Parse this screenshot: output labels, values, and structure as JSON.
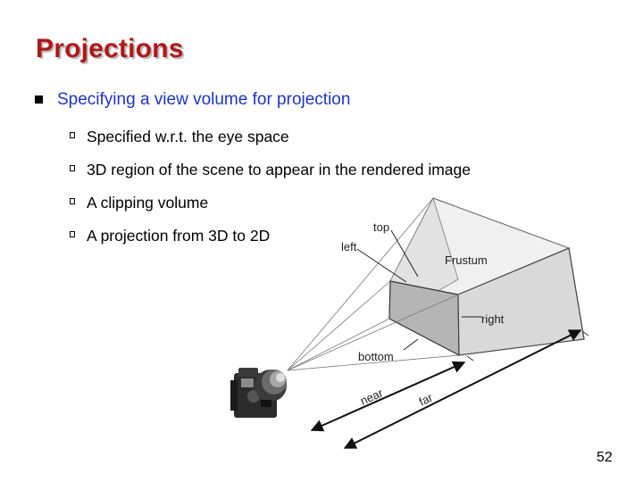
{
  "slide": {
    "title": "Projections",
    "bullet": "Specifying a view volume for projection",
    "sub_bullets": [
      "Specified w.r.t. the eye space",
      "3D region of the scene to appear in the rendered image",
      "A clipping volume",
      "A projection from 3D to 2D"
    ],
    "page_number": "52"
  },
  "figure": {
    "labels": {
      "top": "top",
      "left": "left",
      "frustum": "Frustum",
      "right": "right",
      "bottom": "bottom",
      "near": "near",
      "far": "far"
    }
  },
  "colors": {
    "title": "#b01818",
    "bullet": "#1e34c4"
  }
}
